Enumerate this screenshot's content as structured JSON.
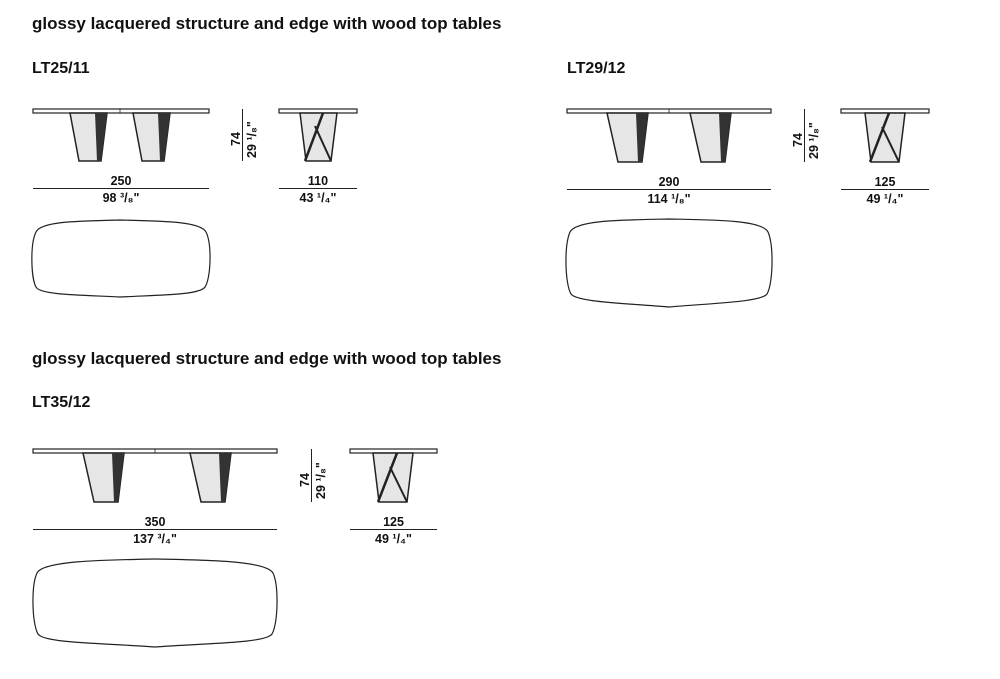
{
  "sections": [
    {
      "heading": "glossy lacquered structure and edge with wood top tables",
      "models": [
        {
          "code": "LT25/11",
          "length": "250",
          "length_in": "98 ³/₈\"",
          "height": "74",
          "height_in": "29 ¹/₈\"",
          "width": "110",
          "width_in": "43 ¹/₄\""
        },
        {
          "code": "LT29/12",
          "length": "290",
          "length_in": "114 ¹/₈\"",
          "height": "74",
          "height_in": "29 ¹/₈\"",
          "width": "125",
          "width_in": "49 ¹/₄\""
        }
      ]
    },
    {
      "heading": "glossy lacquered structure and edge with wood top tables",
      "models": [
        {
          "code": "LT35/12",
          "length": "350",
          "length_in": "137 ³/₄\"",
          "height": "74",
          "height_in": "29 ¹/₈\"",
          "width": "125",
          "width_in": "49 ¹/₄\""
        }
      ]
    }
  ]
}
